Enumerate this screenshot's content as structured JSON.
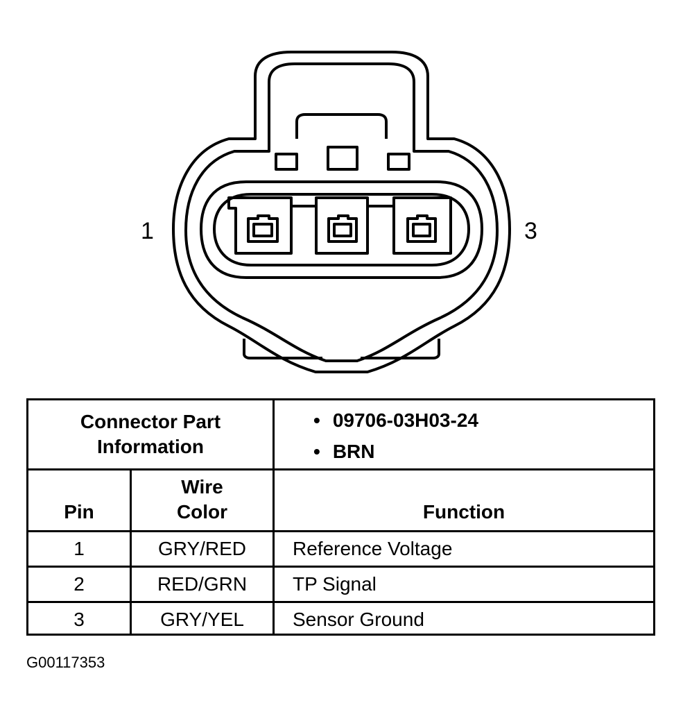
{
  "connector": {
    "pin_left_label": "1",
    "pin_right_label": "3"
  },
  "table": {
    "part_info_label": "Connector Part Information",
    "part_info_values": [
      "09706-03H03-24",
      "BRN"
    ],
    "headers": {
      "pin": "Pin",
      "wire_color": "Wire Color",
      "function": "Function"
    },
    "rows": [
      {
        "pin": "1",
        "wire_color": "GRY/RED",
        "function": "Reference Voltage"
      },
      {
        "pin": "2",
        "wire_color": "RED/GRN",
        "function": "TP Signal"
      },
      {
        "pin": "3",
        "wire_color": "GRY/YEL",
        "function": "Sensor Ground"
      }
    ]
  },
  "figure_id": "G00117353"
}
